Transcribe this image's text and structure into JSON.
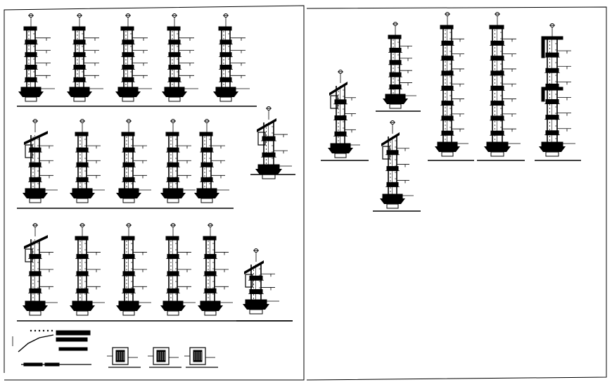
{
  "drawing": {
    "sheets": [
      {
        "name": "sheet-left",
        "rows": [
          {
            "name": "row-1",
            "sections": [
              {
                "variant": "plain",
                "levels": 4
              },
              {
                "variant": "plain",
                "levels": 4
              },
              {
                "variant": "plain",
                "levels": 4
              },
              {
                "variant": "plain",
                "levels": 4
              },
              {
                "variant": "plain",
                "levels": 4
              }
            ]
          },
          {
            "name": "row-2",
            "sections": [
              {
                "variant": "roof",
                "levels": 3
              },
              {
                "variant": "plain",
                "levels": 3
              },
              {
                "variant": "plain",
                "levels": 3
              },
              {
                "variant": "plain",
                "levels": 3
              },
              {
                "variant": "plain",
                "levels": 3
              },
              {
                "variant": "roof-small",
                "levels": 2
              }
            ]
          },
          {
            "name": "row-3",
            "sections": [
              {
                "variant": "roof",
                "levels": 3
              },
              {
                "variant": "plain",
                "levels": 3
              },
              {
                "variant": "plain",
                "levels": 3
              },
              {
                "variant": "plain",
                "levels": 3
              },
              {
                "variant": "plain",
                "levels": 3
              },
              {
                "variant": "roof-small",
                "levels": 2
              }
            ]
          }
        ],
        "details": [
          {
            "name": "foundation-detail-1"
          },
          {
            "name": "foundation-detail-2"
          },
          {
            "name": "foundation-detail-3"
          },
          {
            "name": "eave-detail"
          }
        ]
      },
      {
        "name": "sheet-right",
        "sections": [
          {
            "variant": "roof-small",
            "levels": 3
          },
          {
            "variant": "plain",
            "levels": 4
          },
          {
            "variant": "roof-small",
            "levels": 3
          },
          {
            "variant": "tall",
            "levels": 7
          },
          {
            "variant": "tall",
            "levels": 7
          },
          {
            "variant": "frame",
            "levels": 6
          }
        ]
      }
    ]
  }
}
